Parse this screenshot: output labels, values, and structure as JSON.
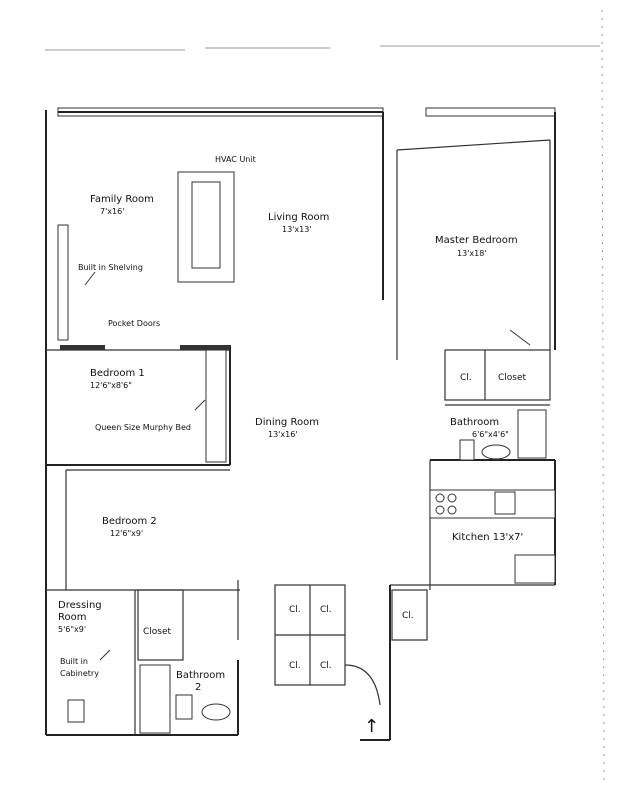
{
  "rooms": {
    "family_room": {
      "name": "Family Room",
      "dims": "7'x16'"
    },
    "living_room": {
      "name": "Living Room",
      "dims": "13'x13'"
    },
    "master_bedroom": {
      "name": "Master Bedroom",
      "dims": "13'x18'"
    },
    "bedroom1": {
      "name": "Bedroom 1",
      "dims": "12'6\"x8'6\""
    },
    "dining_room": {
      "name": "Dining Room",
      "dims": "13'x16'"
    },
    "bedroom2": {
      "name": "Bedroom 2",
      "dims": "12'6\"x9'"
    },
    "kitchen": {
      "name": "Kitchen 13'x7'"
    },
    "bathroom1": {
      "name": "Bathroom",
      "dims": "6'6\"x4'6\""
    },
    "bathroom2": {
      "name": "Bathroom",
      "dims": "2"
    },
    "dressing_room": {
      "name": "Dressing",
      "name2": "Room",
      "dims": "5'6\"x9'"
    }
  },
  "notes": {
    "hvac": "HVAC Unit",
    "shelving": "Built in Shelving",
    "pocket_doors": "Pocket Doors",
    "murphy_bed": "Queen Size Murphy Bed",
    "cabinetry_1": "Built in",
    "cabinetry_2": "Cabinetry"
  },
  "closets": {
    "master_cl": "Cl.",
    "master_closet": "Closet",
    "bedroom2_closet": "Closet",
    "hall_cl_1": "Cl.",
    "hall_cl_2": "Cl.",
    "hall_cl_3": "Cl.",
    "hall_cl_4": "Cl.",
    "entry_cl": "Cl."
  },
  "entry_arrow": "↑"
}
